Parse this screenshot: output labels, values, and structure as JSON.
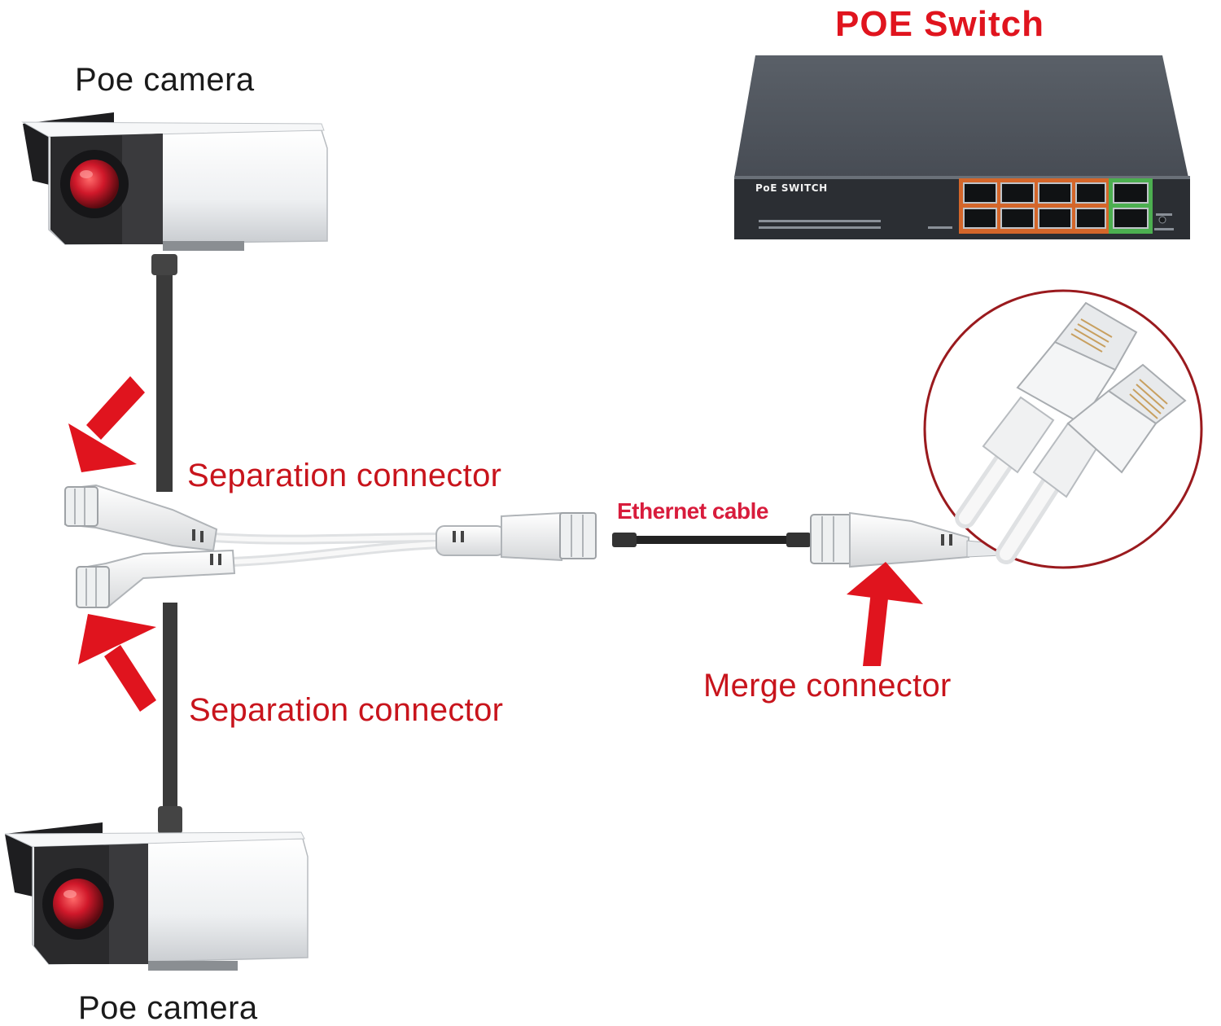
{
  "labels": {
    "camera_top": "Poe camera",
    "camera_bottom": "Poe camera",
    "switch_title": "POE Switch",
    "switch_logo": "PoE SWITCH",
    "separation_top": "Separation connector",
    "separation_bottom": "Separation connector",
    "ethernet_cable": "Ethernet cable",
    "merge": "Merge connector"
  },
  "colors": {
    "label_red": "#c8141c",
    "arrow_red": "#e0141e",
    "switch_body": "#4a4f57",
    "port_orange": "#d4662a",
    "port_green": "#4caf50"
  },
  "icons": [
    "camera-icon",
    "poe-switch-icon",
    "rj45-plug-icon",
    "arrow-icon"
  ]
}
